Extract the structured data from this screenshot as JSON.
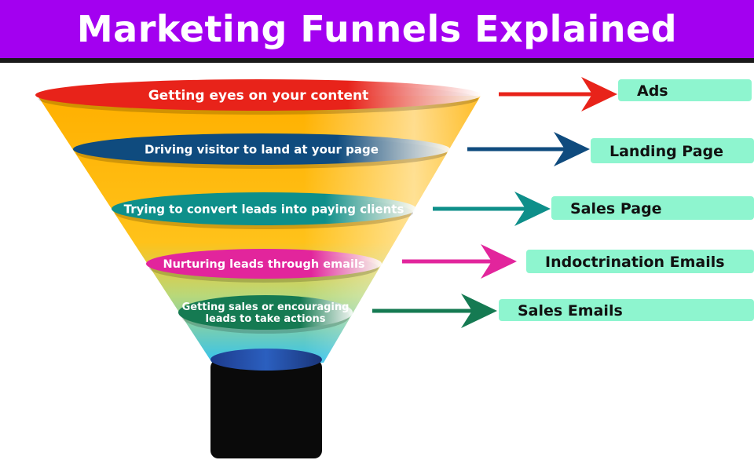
{
  "title": "Marketing Funnels Explained",
  "stages": [
    {
      "description": "Getting eyes on your content",
      "channel": "Ads",
      "color": "#e8231a"
    },
    {
      "description": "Driving visitor to land at your page",
      "channel": "Landing Page",
      "color": "#0f4b7e"
    },
    {
      "description": "Trying to convert leads into paying clients",
      "channel": "Sales Page",
      "color": "#0e8f8a"
    },
    {
      "description": "Nurturing leads through emails",
      "channel": "Indoctrination Emails",
      "color": "#e2259c"
    },
    {
      "description_lines": [
        "Getting sales or encouraging",
        "leads to take actions"
      ],
      "channel": "Sales Emails",
      "color": "#157a52"
    }
  ],
  "colors": {
    "header": "#a300f0",
    "funnel_top": "#ffae0a",
    "funnel_bottom": "#3fc4e8",
    "label_box": "#8ef5cf",
    "spout": "#0a0a0a"
  }
}
